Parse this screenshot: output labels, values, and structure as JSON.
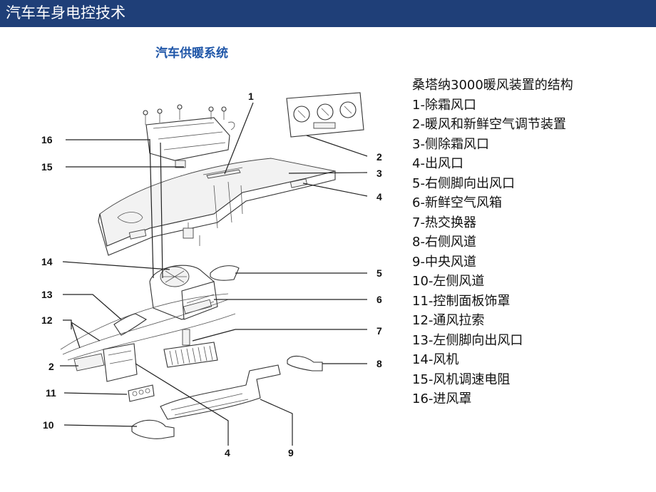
{
  "header": {
    "title": "汽车车身电控技术",
    "bar_color": "#1f3f78"
  },
  "subtitle": "汽车供暖系统",
  "subtitle_color": "#1f56a8",
  "legend": {
    "heading": "桑塔纳3000暖风装置的结构",
    "items": [
      "1-除霜风口",
      "2-暖风和新鲜空气调节装置",
      "3-侧除霜风口",
      "4-出风口",
      "5-右侧脚向出风口",
      "6-新鲜空气风箱",
      "7-热交换器",
      "8-右侧风道",
      "9-中央风道",
      "10-左侧风道",
      "11-控制面板饰罩",
      "12-通风拉索",
      "13-左侧脚向出风口",
      "14-风机",
      "15-风机调速电阻",
      "16-进风罩"
    ]
  },
  "callouts": {
    "c1": "1",
    "c2a": "2",
    "c2b": "2",
    "c3": "3",
    "c4a": "4",
    "c4b": "4",
    "c5": "5",
    "c6": "6",
    "c7": "7",
    "c8": "8",
    "c9": "9",
    "c10": "10",
    "c11": "11",
    "c12": "12",
    "c13": "13",
    "c14": "14",
    "c15": "15",
    "c16": "16"
  }
}
